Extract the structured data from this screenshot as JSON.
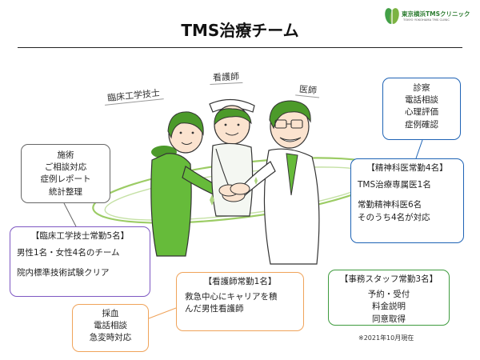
{
  "logo": {
    "name": "東京横浜TMSクリニック",
    "subtitle": "TOKYO YOKOHAMA TMS CLINIC",
    "brand_color": "#2e7d32"
  },
  "title": "TMS治療チーム",
  "roles": {
    "technologist": "臨床工学技士",
    "nurse": "看護師",
    "doctor": "医師"
  },
  "technologist": {
    "tasks": [
      "施術",
      "ご相談対応",
      "症例レポート",
      "統計整理"
    ],
    "staff_heading": "【臨床工学技士常勤5名】",
    "staff_lines": [
      "男性1名・女性4名のチーム",
      "院内標準技術試験クリア"
    ],
    "color": "#7e57c2"
  },
  "doctor": {
    "tasks": [
      "診察",
      "電話相談",
      "心理評価",
      "症例確認"
    ],
    "staff_heading": "【精神科医常勤4名】",
    "staff_lines": [
      "TMS治療専属医1名",
      "常勤精神科医6名",
      "そのうち4名が対応"
    ],
    "color": "#1e63b5"
  },
  "nurse": {
    "staff_heading": "【看護師常勤1名】",
    "staff_lines": [
      "救急中心にキャリアを積",
      "んだ男性看護師"
    ],
    "tasks": [
      "採血",
      "電話相談",
      "急変時対応"
    ],
    "color": "#f0a35a"
  },
  "office": {
    "staff_heading": "【事務スタッフ常勤3名】",
    "tasks": [
      "予約・受付",
      "料金説明",
      "同意取得"
    ],
    "color": "#3e9b3e"
  },
  "note": "※2021年10月現在"
}
